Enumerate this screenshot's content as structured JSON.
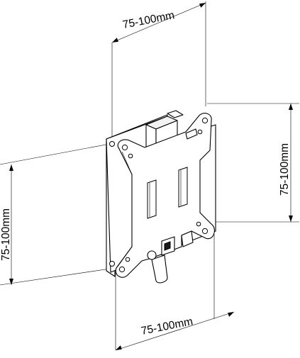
{
  "diagram": {
    "dimension_labels": {
      "top": "75-100mm",
      "right": "75-100mm",
      "left": "75-100mm",
      "bottom": "75-100mm"
    },
    "colors": {
      "line": "#000000",
      "background": "#ffffff",
      "part_fill": "#ffffff",
      "shade_fill": "#f2f2f2"
    }
  }
}
